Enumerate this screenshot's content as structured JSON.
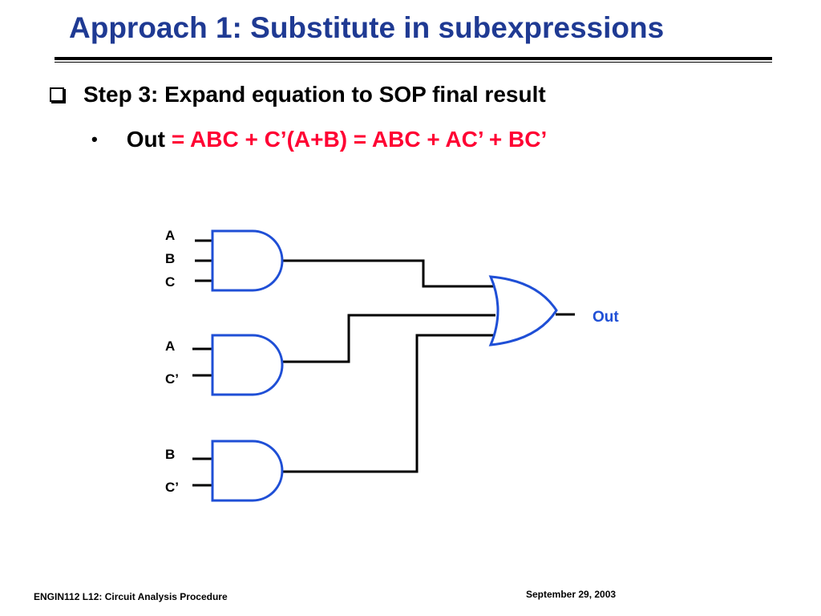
{
  "slide": {
    "title": "Approach 1: Substitute in subexpressions",
    "bullet1": "Step 3:  Expand equation to SOP final result",
    "bullet2_prefix": "Out",
    "bullet2_equation": "= ABC + C’(A+B) = ABC + AC’ + BC’"
  },
  "circuit": {
    "gate1_inputs": [
      "A",
      "B",
      "C"
    ],
    "gate2_inputs": [
      "A",
      "C’"
    ],
    "gate3_inputs": [
      "B",
      "C’"
    ],
    "output_label": "Out",
    "colors": {
      "gate_outline": "#1f4fd6",
      "wire": "#000000",
      "output_label": "#1f4fd6",
      "equation": "#ff0033",
      "title": "#1f3a93"
    }
  },
  "footer": {
    "left": "ENGIN112  L12: Circuit Analysis Procedure",
    "right": "September 29, 2003"
  }
}
